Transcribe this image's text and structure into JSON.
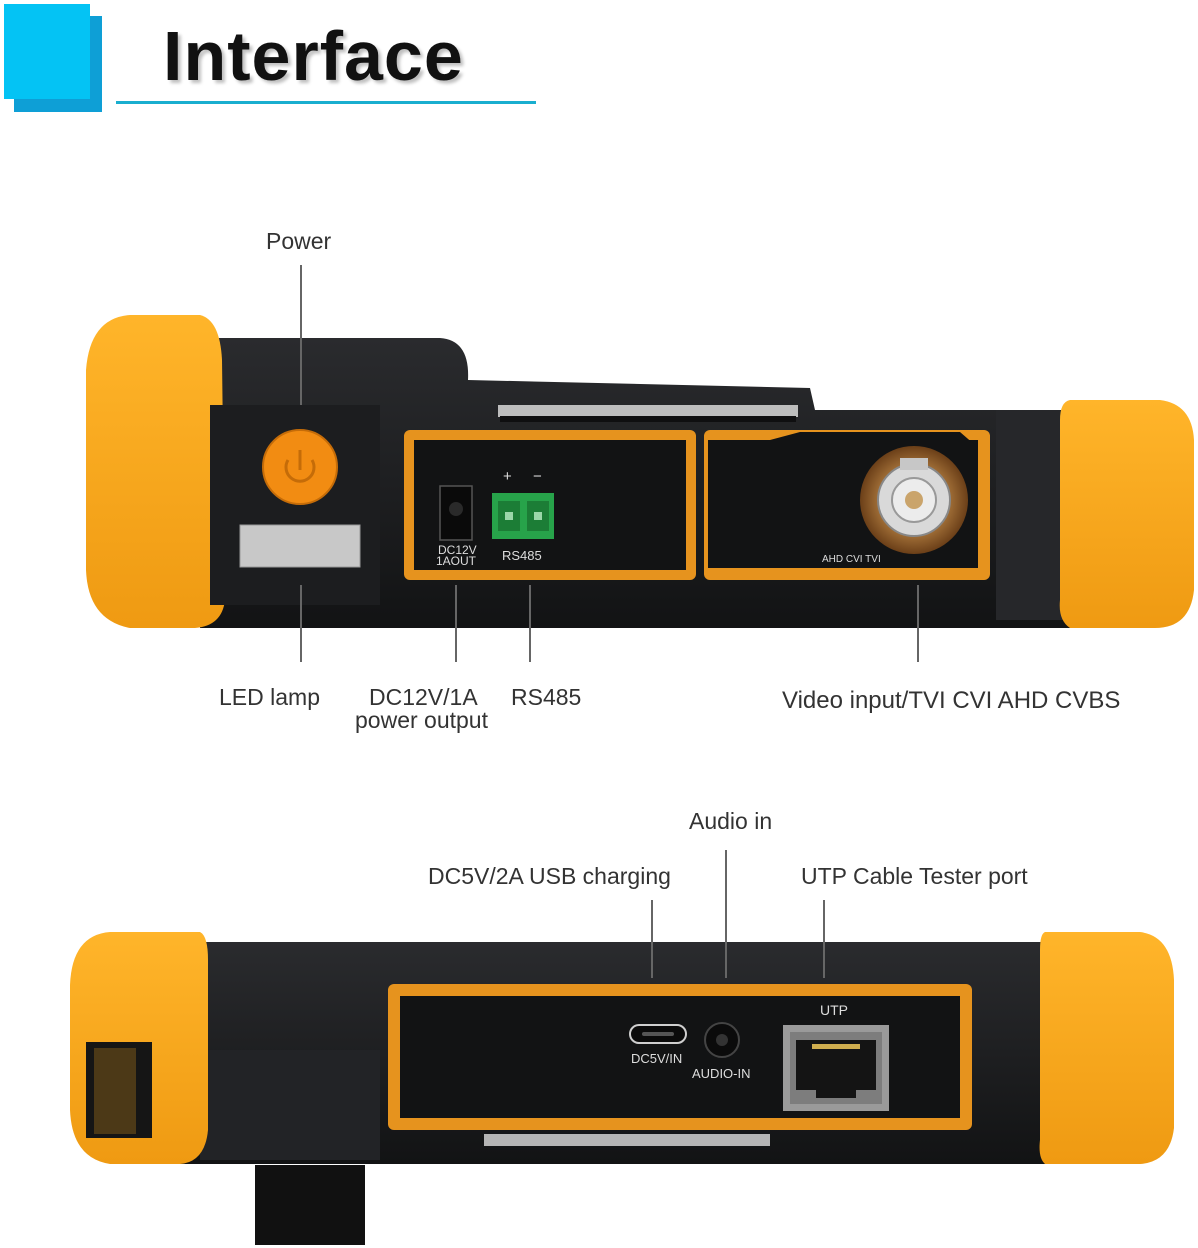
{
  "heading": {
    "title": "Interface"
  },
  "top_device": {
    "labels": {
      "power": "Power",
      "led_lamp": "LED lamp",
      "dc12v_line1": "DC12V/1A",
      "dc12v_line2": "power output",
      "rs485": "RS485",
      "video_input": "Video input/TVI CVI AHD CVBS"
    },
    "printed": {
      "dc_label_1": "DC12V",
      "dc_label_2": "1AOUT",
      "rs485_plus": "+",
      "rs485_minus": "−",
      "rs485": "RS485",
      "bnc": "AHD CVI TVI"
    }
  },
  "bottom_device": {
    "labels": {
      "audio_in": "Audio in",
      "usb_charging": "DC5V/2A USB charging",
      "utp_port": "UTP Cable Tester port"
    },
    "printed": {
      "usb": "DC5V/IN",
      "audio": "AUDIO-IN",
      "utp": "UTP"
    }
  },
  "colors": {
    "accent": "#04c3f4",
    "bumper": "#f5a81f",
    "body": "#1d1e20",
    "panel_frame": "#e6931e"
  }
}
